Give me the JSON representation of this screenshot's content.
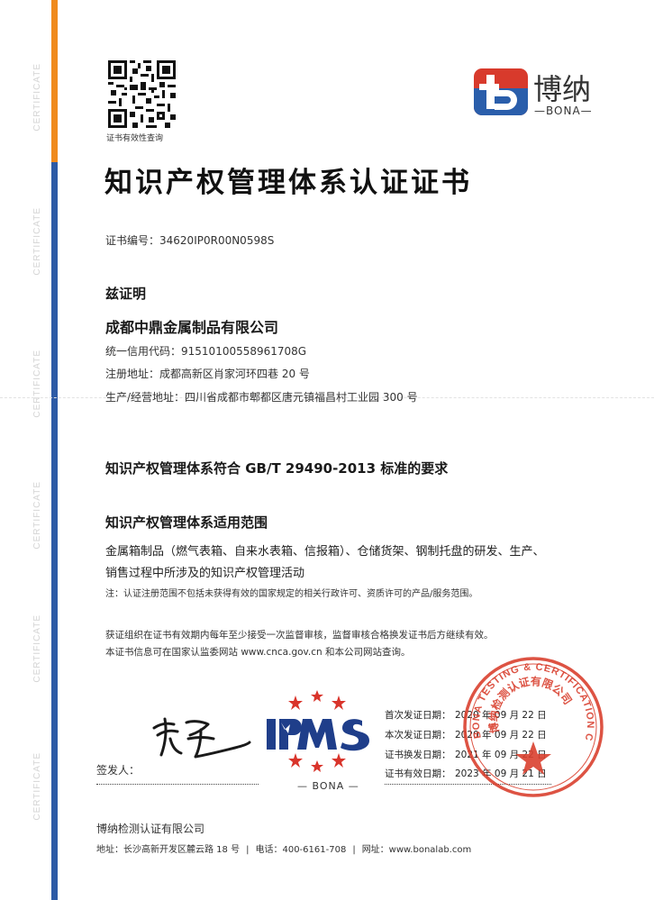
{
  "watermark": "CERTIFICATE",
  "qr": {
    "caption": "证书有效性查询"
  },
  "logo": {
    "cn": "博纳",
    "en": "—BONA—"
  },
  "title": "知识产权管理体系认证证书",
  "certificate_no": {
    "label": "证书编号：",
    "value": "34620IP0R00N0598S"
  },
  "hereby": "兹证明",
  "company": "成都中鼎金属制品有限公司",
  "credit_code": {
    "label": "统一信用代码：",
    "value": "91510100558961708G"
  },
  "reg_address": {
    "label": "注册地址：",
    "value": "成都高新区肖家河环四巷 20 号"
  },
  "op_address": {
    "label": "生产/经营地址：",
    "value": "四川省成都市郫都区唐元镇福昌村工业园 300 号"
  },
  "conformity": "知识产权管理体系符合 GB/T 29490-2013 标准的要求",
  "scope_heading": "知识产权管理体系适用范围",
  "scope_line1": "金属箱制品（燃气表箱、自来水表箱、信报箱）、仓储货架、钢制托盘的研发、生产、",
  "scope_line2": "销售过程中所涉及的知识产权管理活动",
  "scope_note": "注：认证注册范围不包括未获得有效的国家规定的相关行政许可、资质许可的产品/服务范围。",
  "surveillance_note": "获证组织在证书有效期内每年至少接受一次监督审核，监督审核合格换发证书后方继续有效。",
  "query_note": "本证书信息可在国家认监委网站 www.cnca.gov.cn 和本公司网站查询。",
  "signer_label": "签发人：",
  "ipms_bona": "— BONA —",
  "dates": [
    {
      "label": "首次发证日期：",
      "value": "2020 年 09 月 22 日"
    },
    {
      "label": "本次发证日期：",
      "value": "2020 年 09 月 22 日"
    },
    {
      "label": "证书换发日期：",
      "value": "2021 年 09 月 22 日"
    },
    {
      "label": "证书有效日期：",
      "value": "2023 年 09 月 21 日"
    }
  ],
  "seal": {
    "outer": "BONA TESTING & CERTIFICATION CO., LTD",
    "inner": "博纳检测认证有限公司"
  },
  "footer": {
    "company": "博纳检测认证有限公司",
    "address": "地址：长沙高新开发区麓云路 18 号",
    "phone": "电话：400-6161-708",
    "website": "网址：www.bonalab.com"
  },
  "colors": {
    "orange": "#f08a1c",
    "blue": "#2d5aa6",
    "seal_red": "#d9402f",
    "logo_red": "#d83a2c",
    "logo_blue": "#2a5eab"
  }
}
